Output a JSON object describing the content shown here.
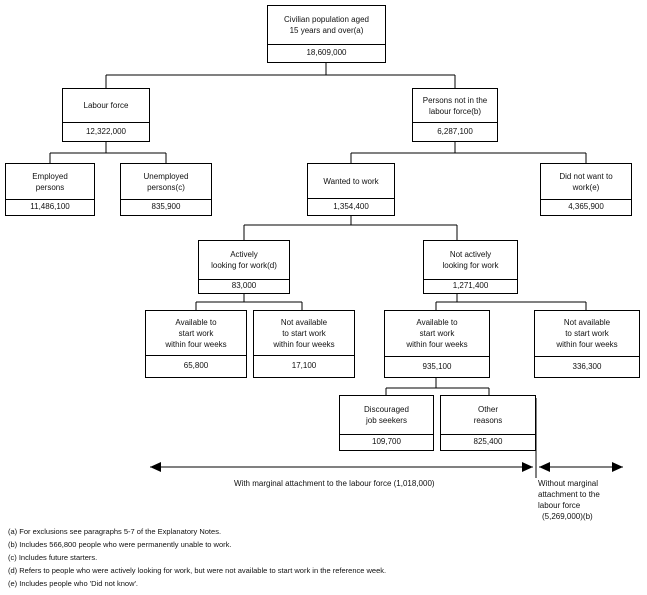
{
  "nodes": {
    "civ": {
      "label": "Civilian population aged\n15 years and over(a)",
      "value": "18,609,000"
    },
    "lf": {
      "label": "Labour force",
      "value": "12,322,000"
    },
    "nilf": {
      "label": "Persons not in the\nlabour force(b)",
      "value": "6,287,100"
    },
    "emp": {
      "label": "Employed\npersons",
      "value": "11,486,100"
    },
    "unemp": {
      "label": "Unemployed\npersons(c)",
      "value": "835,900"
    },
    "wanted": {
      "label": "Wanted to work",
      "value": "1,354,400"
    },
    "notwant": {
      "label": "Did not want to\nwork(e)",
      "value": "4,365,900"
    },
    "active": {
      "label": "Actively\nlooking for work(d)",
      "value": "83,000"
    },
    "notactive": {
      "label": "Not actively\nlooking for work",
      "value": "1,271,400"
    },
    "a_avail": {
      "label": "Available to\nstart work\nwithin four weeks",
      "value": "65,800"
    },
    "a_notavail": {
      "label": "Not available\nto start work\nwithin four weeks",
      "value": "17,100"
    },
    "n_avail": {
      "label": "Available to\nstart work\nwithin four weeks",
      "value": "935,100"
    },
    "n_notavail": {
      "label": "Not available\nto start work\nwithin four weeks",
      "value": "336,300"
    },
    "disc": {
      "label": "Discouraged\njob seekers",
      "value": "109,700"
    },
    "other": {
      "label": "Other\nreasons",
      "value": "825,400"
    }
  },
  "marginal": {
    "with": "With marginal attachment to the labour force (1,018,000)",
    "without_lines": [
      "Without marginal",
      "attachment to the",
      "labour force",
      "(5,269,000)(b)"
    ]
  },
  "footnotes": [
    "(a) For exclusions see paragraphs 5-7 of the Explanatory Notes.",
    "(b) Includes 566,800 people who were permanently unable to work.",
    "(c) Includes future starters.",
    "(d) Refers to people who were actively looking for work, but were not available to start work in the reference week.",
    "(e) Includes people who 'Did not know'."
  ]
}
